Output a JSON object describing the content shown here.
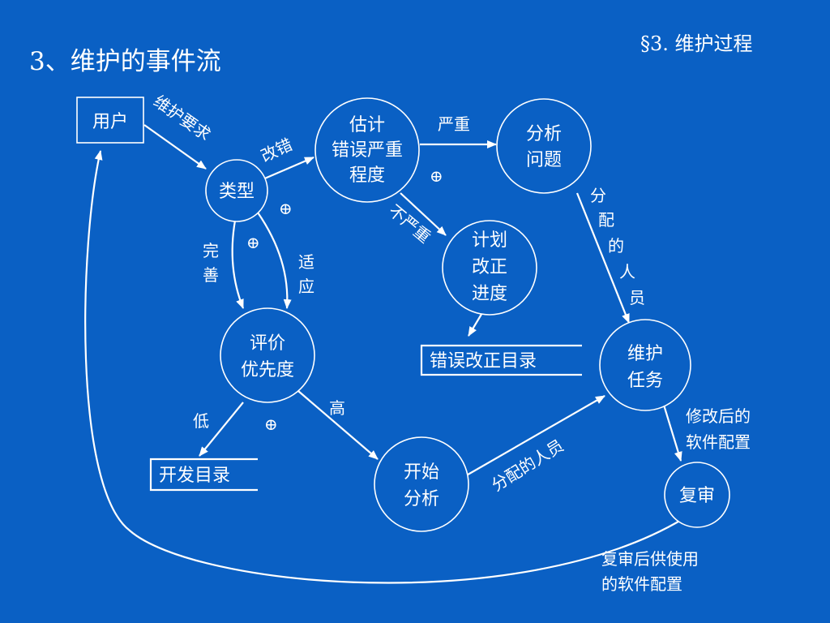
{
  "title": "3、维护的事件流",
  "section": "§3. 维护过程",
  "nodes": {
    "user": "用户",
    "type": "类型",
    "estimate": [
      "估计",
      "错误严重",
      "程度"
    ],
    "analyze": [
      "分析",
      "问题"
    ],
    "plan": [
      "计划",
      "改正",
      "进度"
    ],
    "evaluate": [
      "评价",
      "优先度"
    ],
    "task": [
      "维护",
      "任务"
    ],
    "start": [
      "开始",
      "分析"
    ],
    "review": "复审",
    "error_catalog": "错误改正目录",
    "dev_catalog": "开发目录"
  },
  "edges": {
    "request": "维护要求",
    "fix": "改错",
    "perfect": [
      "完",
      "善"
    ],
    "adapt": [
      "适",
      "应"
    ],
    "severe": "严重",
    "not_severe": "不严重",
    "assigned_vertical": [
      "分",
      "配",
      "的",
      "人",
      "员"
    ],
    "assigned": "分配的人员",
    "low": "低",
    "high": "高",
    "modified": [
      "修改后的",
      "软件配置"
    ],
    "reviewed": [
      "复审后供使用",
      "的软件配置"
    ]
  },
  "symbols": {
    "join": "⊕"
  },
  "colors": {
    "background": "#0a60c4",
    "foreground": "#ffffff"
  }
}
